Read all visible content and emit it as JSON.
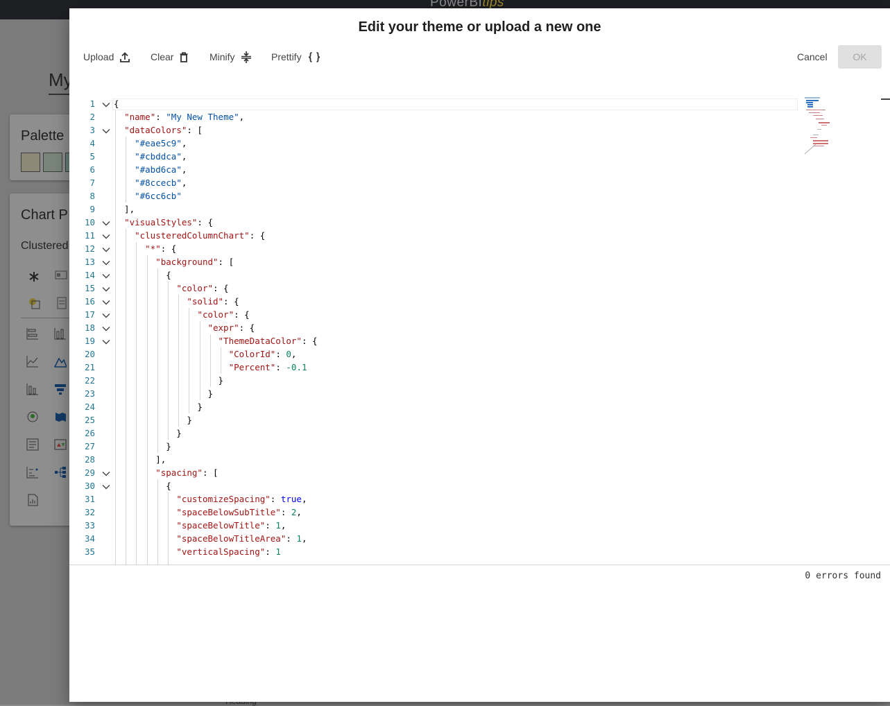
{
  "app": {
    "logo_text": "PowerBI",
    "logo_accent": "tips"
  },
  "background": {
    "theme_name_partial": "My",
    "palette_title": "Palette",
    "palette_swatches": [
      "#eae5c9",
      "#cbddca",
      "#abd6ca"
    ],
    "chart_panel_title": "Chart P",
    "chart_panel_subtitle": "Clustered",
    "dropdown_partial": "Heading"
  },
  "dialog": {
    "title": "Edit your theme or upload a new one",
    "toolbar": {
      "upload_label": "Upload",
      "clear_label": "Clear",
      "minify_label": "Minify",
      "prettify_label": "Prettify"
    },
    "cancel_label": "Cancel",
    "ok_label": "OK",
    "status": "0 errors found"
  },
  "editor": {
    "line_numbers": [
      "1",
      "2",
      "3",
      "4",
      "5",
      "6",
      "7",
      "8",
      "9",
      "10",
      "11",
      "12",
      "13",
      "14",
      "15",
      "16",
      "17",
      "18",
      "19",
      "20",
      "21",
      "22",
      "23",
      "24",
      "25",
      "26",
      "27",
      "28",
      "29",
      "30",
      "31",
      "32",
      "33",
      "34",
      "35"
    ],
    "lines": [
      "{",
      "  \"name\": \"My New Theme\",",
      "  \"dataColors\": [",
      "    \"#eae5c9\",",
      "    \"#cbddca\",",
      "    \"#abd6ca\",",
      "    \"#8ccecb\",",
      "    \"#6cc6cb\"",
      "  ],",
      "  \"visualStyles\": {",
      "    \"clusteredColumnChart\": {",
      "      \"*\": {",
      "        \"background\": [",
      "          {",
      "            \"color\": {",
      "              \"solid\": {",
      "                \"color\": {",
      "                  \"expr\": {",
      "                    \"ThemeDataColor\": {",
      "                      \"ColorId\": 0,",
      "                      \"Percent\": -0.1",
      "                    }",
      "                  }",
      "                }",
      "              }",
      "            }",
      "          }",
      "        ],",
      "        \"spacing\": [",
      "          {",
      "            \"customizeSpacing\": true,",
      "            \"spaceBelowSubTitle\": 2,",
      "            \"spaceBelowTitle\": 1,",
      "            \"spaceBelowTitleArea\": 1,",
      "            \"verticalSpacing\": 1"
    ]
  }
}
